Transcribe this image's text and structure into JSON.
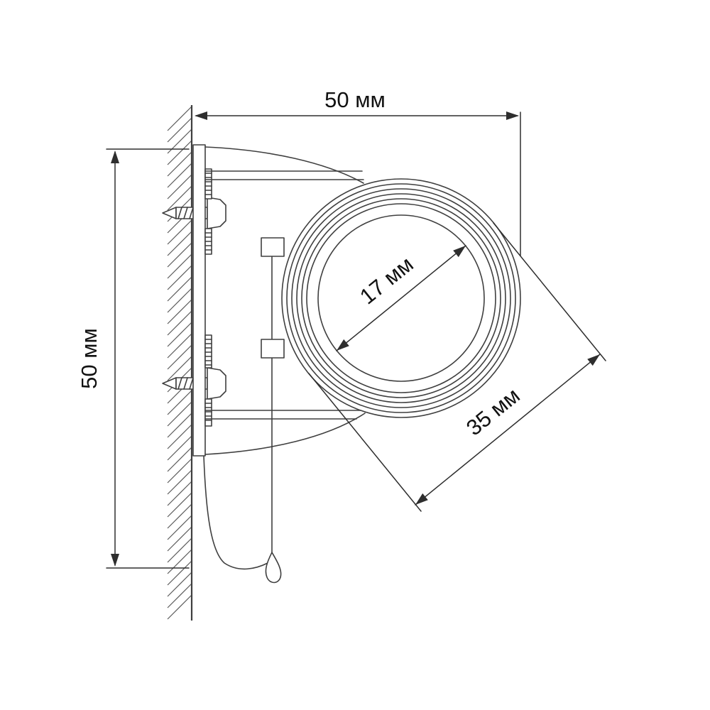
{
  "diagram": {
    "type": "technical-dimension-drawing",
    "subject": "wall-mounted-round-device-side-view",
    "labels": {
      "width": "50 мм",
      "height": "50 мм",
      "inner_diameter": "17 мм",
      "outer_diameter": "35 мм"
    },
    "colors": {
      "line": "#3f3f3f",
      "face": "#ebebeb",
      "background": "#ffffff"
    }
  }
}
